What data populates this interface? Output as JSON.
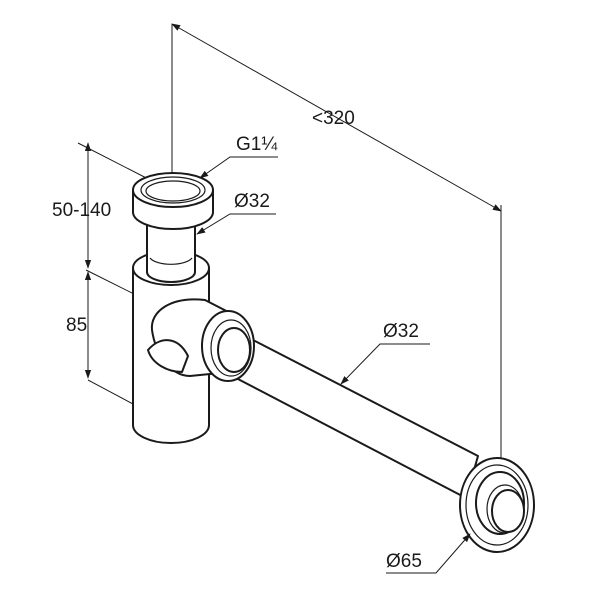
{
  "dimensions": {
    "length": "<320",
    "height_range": "50-140",
    "height_lower": "85",
    "thread": "G1¼",
    "inlet_diameter": "Ø32",
    "pipe_diameter": "Ø32",
    "rosette_diameter": "Ø65"
  },
  "colors": {
    "line": "#1a1a1a",
    "background": "#ffffff"
  }
}
